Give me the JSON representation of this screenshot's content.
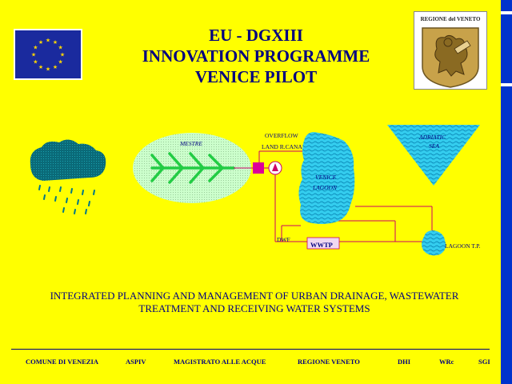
{
  "title": {
    "line1": "EU - DGXIII",
    "line2": "INNOVATION PROGRAMME",
    "line3": "VENICE PILOT"
  },
  "logos": {
    "eu_flag": "eu-flag-icon",
    "regione_veneto": {
      "text": "REGIONE del VENETO",
      "emblem": "lion-of-saint-mark-icon"
    }
  },
  "diagram": {
    "mestre": "MESTRE",
    "overflow": "OVERFLOW",
    "land_canal": "LAND R.CANAL",
    "venice": "VENICE",
    "lagoon": "LAGOON",
    "adriatic": "ADRIATIC",
    "sea": "SEA",
    "dwf": "DWF",
    "wwtp": "WWTP",
    "lagoon_tp": "LAGOON T.P."
  },
  "footer": {
    "line1": "INTEGRATED PLANNING AND MANAGEMENT OF URBAN DRAINAGE, WASTEWATER",
    "line2": "TREATMENT AND RECEIVING WATER SYSTEMS"
  },
  "partners": [
    "COMUNE DI VENEZIA",
    "ASPIV",
    "MAGISTRATO ALLE ACQUE",
    "REGIONE VENETO",
    "DHI",
    "WRc",
    "SGI"
  ],
  "colors": {
    "background": "#ffff00",
    "text": "#000080",
    "flow_lines": "#cc0066",
    "water": "#33ccee",
    "catchment": "#ccffcc"
  }
}
